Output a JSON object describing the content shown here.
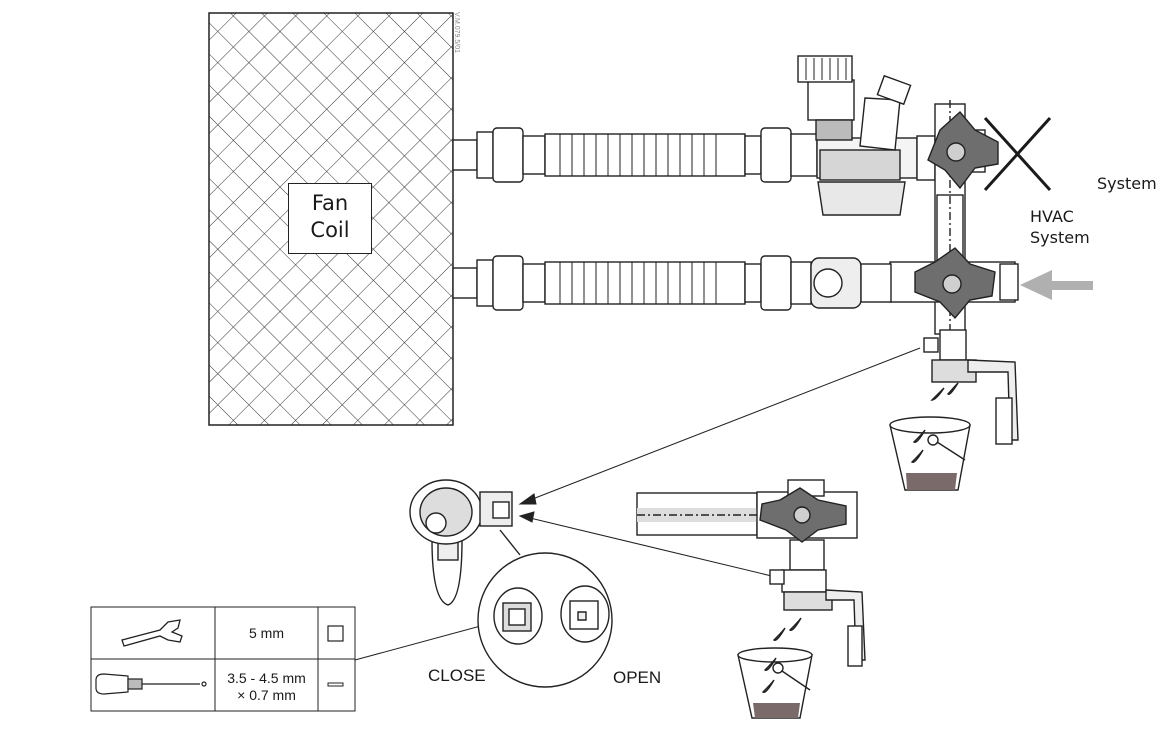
{
  "labels": {
    "fan_coil_line1": "Fan",
    "fan_coil_line2": "Coil",
    "system_top": "System",
    "hvac_line1": "HVAC",
    "hvac_line2": "System",
    "drawing_code": "V.M.079.5/01",
    "close": "CLOSE",
    "open": "OPEN"
  },
  "tools_table": {
    "rows": [
      {
        "tool_icon": "open-wrench-icon",
        "size": "5 mm",
        "symbol": "square"
      },
      {
        "tool_icon": "flat-screwdriver-icon",
        "size_line1": "3.5 - 4.5 mm",
        "size_line2": "× 0.7 mm",
        "symbol": "slot"
      }
    ]
  },
  "icons": [
    "open-wrench-icon",
    "flat-screwdriver-icon",
    "cross-mark-icon",
    "flow-arrow-icon",
    "drain-bucket-icon"
  ],
  "colors": {
    "line": "#1a1a1a",
    "valve_grey": "#6e6e6e",
    "flow_arrow": "#b0b0b0",
    "bucket_fill": "#7a6a6a"
  }
}
